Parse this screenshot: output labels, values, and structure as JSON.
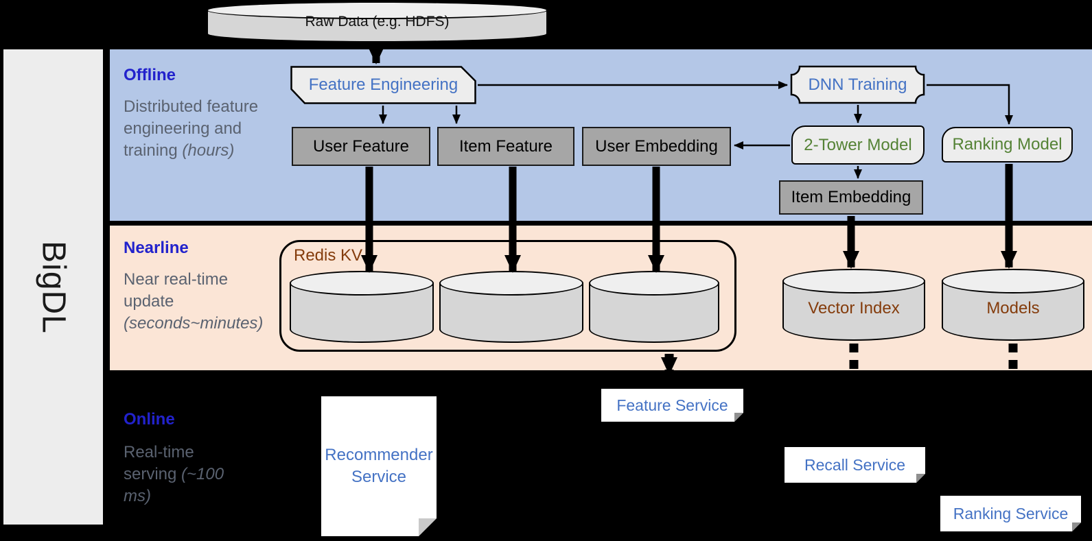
{
  "colors": {
    "offline_bg": "#b4c7e7",
    "nearline_bg": "#fbe5d6",
    "panel_bg": "#ededed",
    "box_gray": "#a6a6a6",
    "blue_text": "#4472c4",
    "green_text": "#548235",
    "brown_text": "#843c0c",
    "title_blue": "#2222cc",
    "desc_gray": "#5a6270",
    "cyl_body": "#d6d6d6",
    "cyl_top": "#efefef"
  },
  "brand": {
    "label": "BigDL"
  },
  "raw_data": {
    "label": "Raw Data (e.g. HDFS)"
  },
  "offline": {
    "title": "Offline",
    "description": "Distributed feature engineering and training",
    "description_italic": "(hours)",
    "feature_engineering": "Feature Engineering",
    "user_feature": "User Feature",
    "item_feature": "Item Feature",
    "user_embedding": "User Embedding",
    "dnn_training": "DNN Training",
    "two_tower_model": "2-Tower Model",
    "ranking_model": "Ranking Model",
    "item_embedding": "Item Embedding"
  },
  "nearline": {
    "title": "Nearline",
    "description": "Near real-time update",
    "description_italic": "(seconds~minutes)",
    "redis_kv": "Redis KV",
    "vector_index": "Vector Index",
    "models": "Models"
  },
  "online": {
    "title": "Online",
    "description": "Real-time serving",
    "description_italic": "(~100 ms)",
    "recommender_service": "Recommender Service",
    "feature_service": "Feature Service",
    "recall_service": "Recall Service",
    "ranking_service": "Ranking Service"
  }
}
